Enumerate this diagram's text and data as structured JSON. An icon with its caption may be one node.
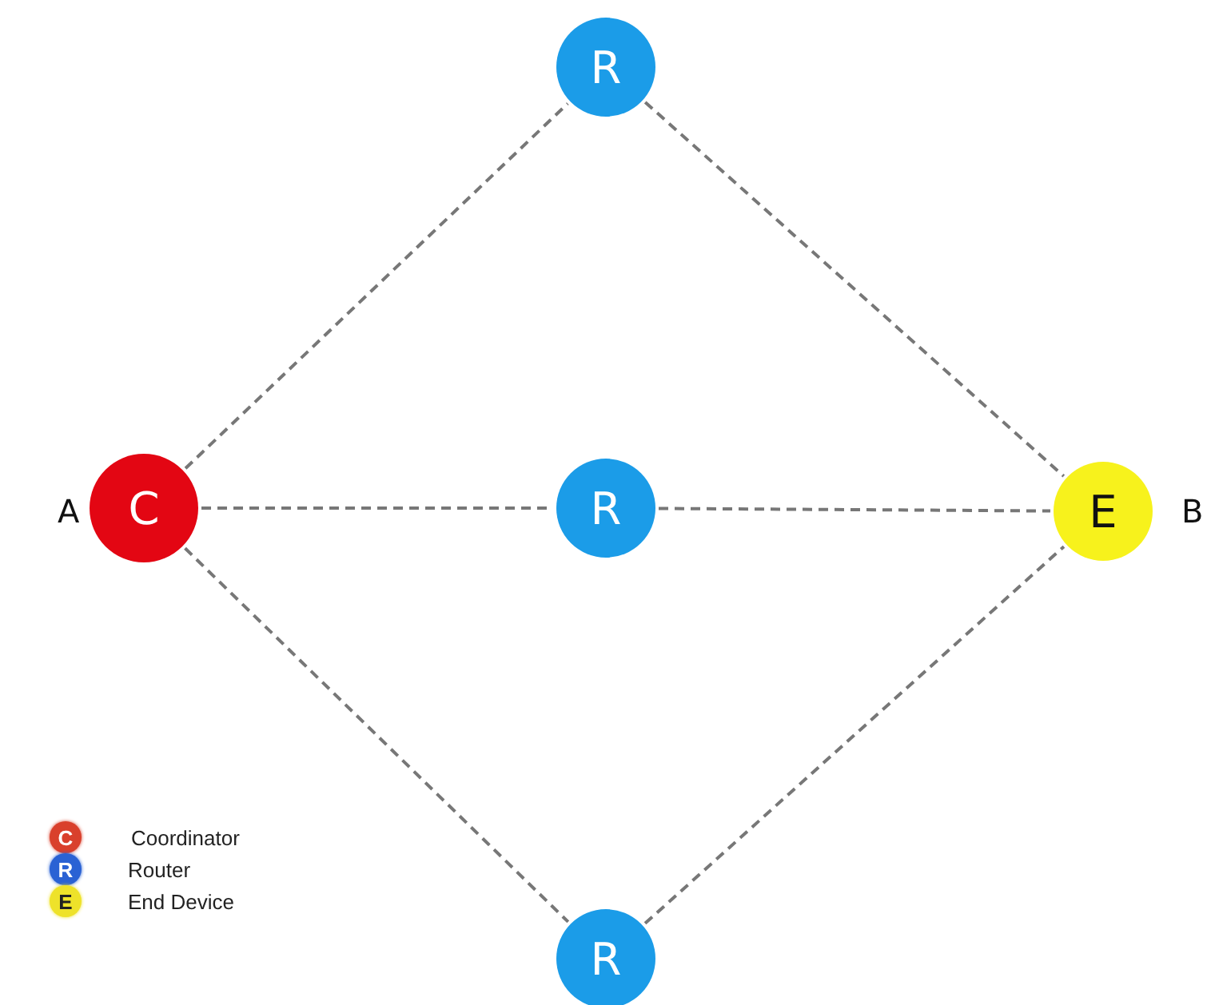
{
  "diagram": {
    "nodes": [
      {
        "text": [
          "C"
        ],
        "beside": [
          "A"
        ]
      },
      {
        "text": [
          "R"
        ]
      },
      {
        "text": [
          "R"
        ]
      },
      {
        "text": [
          "R"
        ]
      },
      {
        "text": [
          "E"
        ],
        "beside": [
          "B"
        ]
      }
    ],
    "edges": [
      {
        "from": 0,
        "to": 1,
        "arrow": "none",
        "style": "dashed"
      },
      {
        "from": 0,
        "to": 2,
        "arrow": "none",
        "style": "dashed"
      },
      {
        "from": 0,
        "to": 3,
        "arrow": "none",
        "style": "dashed"
      },
      {
        "from": 1,
        "to": 4,
        "arrow": "none",
        "style": "dashed"
      },
      {
        "from": 2,
        "to": 4,
        "arrow": "none",
        "style": "dashed"
      },
      {
        "from": 3,
        "to": 4,
        "arrow": "none",
        "style": "dashed"
      }
    ],
    "labels": [
      "C",
      "R",
      "E"
    ],
    "legend": [
      {
        "text": "Coordinator",
        "color": "#d9402c"
      },
      {
        "text": "Router",
        "color": "#2a62d4"
      },
      {
        "text": "End Device",
        "color": "#eee22a"
      }
    ]
  }
}
